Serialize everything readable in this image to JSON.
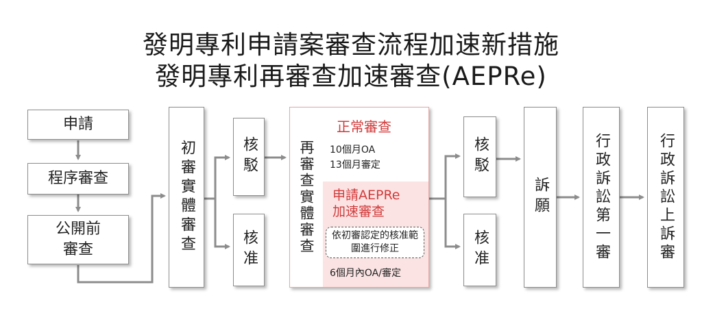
{
  "title_line1": "發明專利申請案審查流程加速新措施",
  "title_line2": "發明專利再審查加速審查(AEPRe)",
  "boxes": {
    "apply": "申請",
    "procedure": "程序審查",
    "publish": "公開前\n審查",
    "initial": "初審實體審查",
    "verify1": "核駁",
    "approve1": "核准",
    "reexam": "再審查實體審查",
    "verify2": "核駁",
    "approve2": "核准",
    "appeal": "訴願",
    "admin1": "行政訴訟第一審",
    "admin2": "行政訴訟上訴審"
  },
  "normal": {
    "title": "正常審查",
    "line1": "10個月OA",
    "line2": "13個月審定"
  },
  "aepre": {
    "title_line1": "申請AEPRe",
    "title_line2": "加速審查",
    "note": "依初審認定的核准範圍進行修正",
    "line": "6個月內OA/審定"
  },
  "colors": {
    "border": "#8c8c8c",
    "arrow": "#8c8c8c",
    "red_text": "#d23a3a",
    "aepre_fill": "#fbe3e3",
    "reexam_border": "#e0a9a9"
  }
}
